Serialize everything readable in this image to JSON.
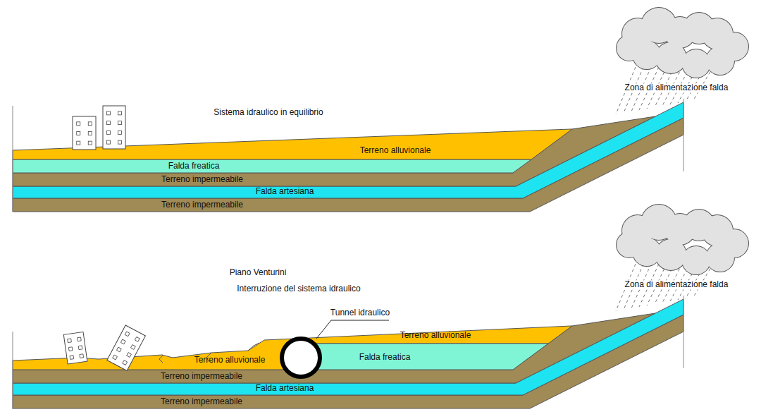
{
  "diagram": {
    "labels": [
      "Sistema idraulico in equilibrio",
      "Zona di alimentazione falda",
      "Terreno alluvionale",
      "Falda freatica",
      "Terreno impermeabile",
      "Falda artesiana",
      "Terreno impermeabile",
      "Piano Venturini",
      "Interruzione del sistema idraulico",
      "Zona di alimentazione falda",
      "Tunnel idraulico",
      "Terreno alluvionale",
      "Terreno alluvionale",
      "Falda freatica",
      "Terreno impermeabile",
      "Falda artesiana",
      "Terreno impermeabile"
    ]
  }
}
